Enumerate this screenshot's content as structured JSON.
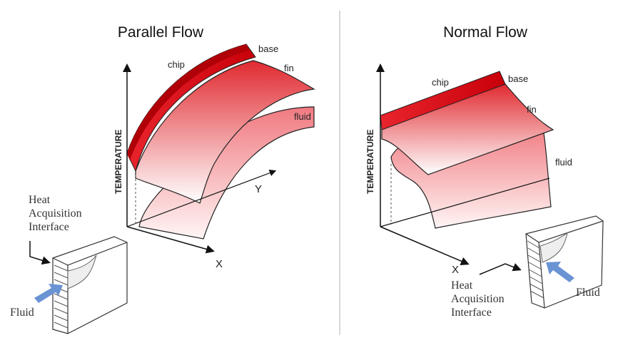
{
  "panels": [
    {
      "title": "Parallel Flow",
      "axis_y_label": "TEMPERATURE",
      "axis_x": "X",
      "axis_depth": "Y",
      "labels": {
        "chip": "chip",
        "base": "base",
        "fin": "fin",
        "fluid": "fluid"
      },
      "inset": {
        "interface_label": [
          "Heat",
          "Acquisition",
          "Interface"
        ],
        "fluid_label": "Fluid"
      }
    },
    {
      "title": "Normal Flow",
      "axis_y_label": "TEMPERATURE",
      "axis_x": "X",
      "labels": {
        "chip": "chip",
        "base": "base",
        "fin": "fin",
        "fluid": "fluid"
      },
      "inset": {
        "interface_label": [
          "Heat",
          "Acquisition",
          "Interface"
        ],
        "fluid_label": "Fluid"
      }
    }
  ],
  "colors": {
    "surface": "#e0202a",
    "arrow": "#6a93d4"
  }
}
